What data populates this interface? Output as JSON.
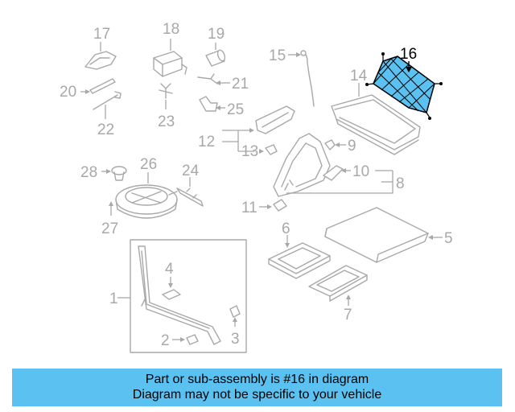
{
  "labels": {
    "p1": "1",
    "p2": "2",
    "p3": "3",
    "p4": "4",
    "p5": "5",
    "p6": "6",
    "p7": "7",
    "p8": "8",
    "p9": "9",
    "p10": "10",
    "p11": "11",
    "p12": "12",
    "p13": "13",
    "p15": "15",
    "p16": "16",
    "p17": "17",
    "p18": "18",
    "p19": "19",
    "p20": "20",
    "p21": "21",
    "p22": "22",
    "p23": "23",
    "p24": "24",
    "p25": "25",
    "p26": "26",
    "p27": "27",
    "p28": "28",
    "p14": "14"
  },
  "highlight": {
    "part": "16",
    "color": "#5bc1f1"
  },
  "banner": {
    "line1": "Part or sub-assembly is #16 in diagram",
    "line2": "Diagram may not be specific to your vehicle",
    "background": "#5bc1f1"
  }
}
